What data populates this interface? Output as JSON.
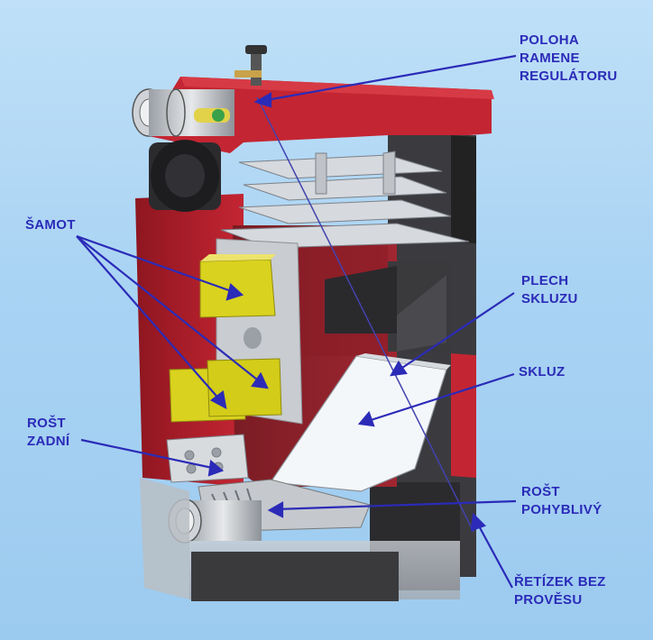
{
  "labels": {
    "poloha": [
      "POLOHA",
      "RAMENE",
      "REGULÁTORU"
    ],
    "samot": "ŠAMOT",
    "plech": [
      "PLECH",
      "SKLUZU"
    ],
    "skluz": "SKLUZ",
    "rost_zadni": [
      "ROŠT",
      "ZADNÍ"
    ],
    "rost_pohyblivy": [
      "ROŠT",
      "POHYBLIVÝ"
    ],
    "retizek": [
      "ŘETÍZEK BEZ",
      "PROVĚSU"
    ]
  },
  "colors": {
    "annotation": "#2b2bb8",
    "boiler_red": "#b8202c",
    "samot_yellow": "#d9d21e",
    "background": "#a9d3f3"
  }
}
